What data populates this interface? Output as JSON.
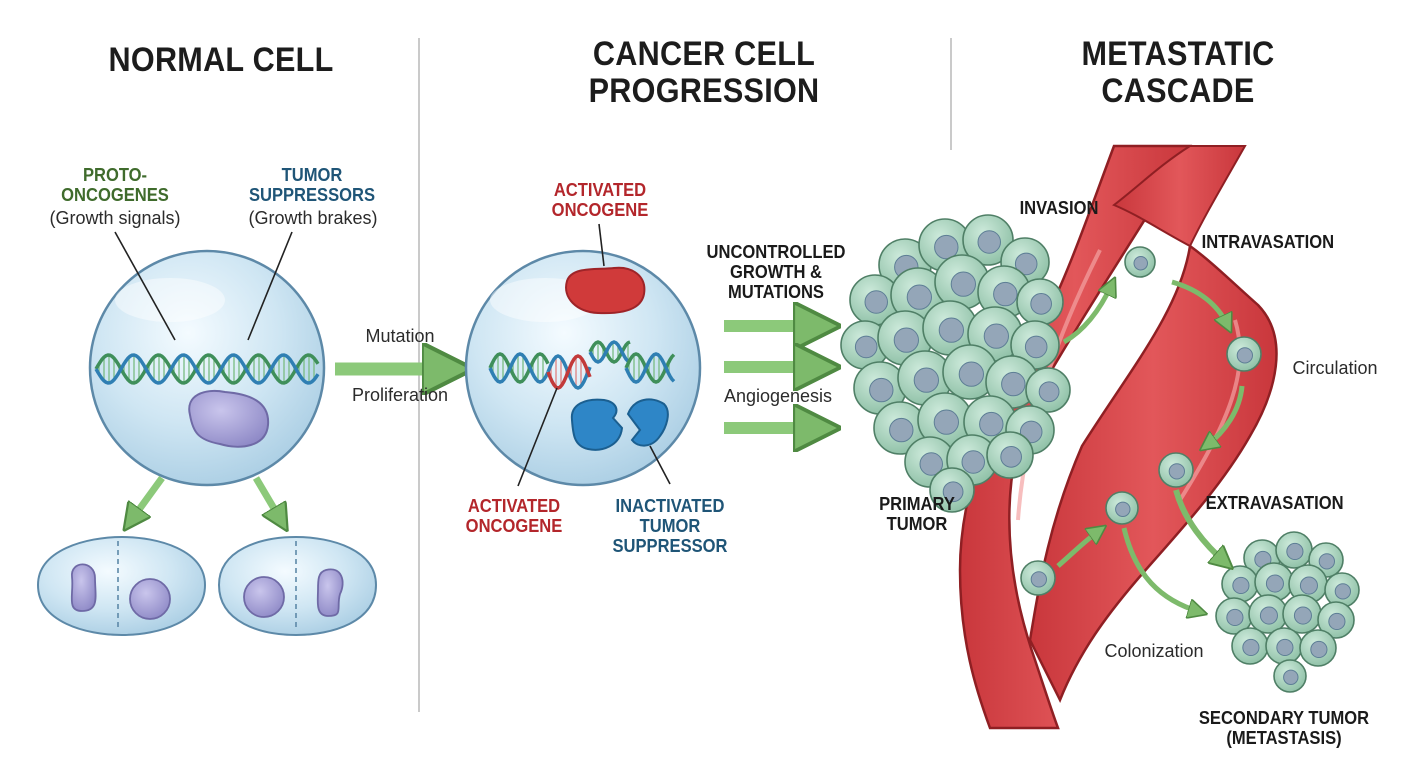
{
  "panels": {
    "normal": {
      "title": "NORMAL CELL",
      "proto_label_1": "PROTO-",
      "proto_label_2": "ONCOGENES",
      "proto_sub": "(Growth signals)",
      "suppressor_label_1": "TUMOR",
      "suppressor_label_2": "SUPPRESSORS",
      "suppressor_sub": "(Growth brakes)"
    },
    "transition": {
      "mutation": "Mutation",
      "proliferation": "Proliferation"
    },
    "cancer": {
      "title_1": "CANCER CELL",
      "title_2": "PROGRESSION",
      "activated_top_1": "ACTIVATED",
      "activated_top_2": "ONCOGENE",
      "activated_bottom_1": "ACTIVATED",
      "activated_bottom_2": "ONCOGENE",
      "inactivated_1": "INACTIVATED",
      "inactivated_2": "TUMOR",
      "inactivated_3": "SUPPRESSOR",
      "uncontrolled_1": "UNCONTROLLED",
      "uncontrolled_2": "GROWTH &",
      "uncontrolled_3": "MUTATIONS",
      "angiogenesis": "Angiogenesis",
      "primary_1": "PRIMARY",
      "primary_2": "TUMOR"
    },
    "metastatic": {
      "title_1": "METASTATIC",
      "title_2": "CASCADE",
      "invasion": "INVASION",
      "intravasation": "INTRAVASATION",
      "circulation": "Circulation",
      "extravasation": "EXTRAVASATION",
      "colonization": "Colonization",
      "secondary_1": "SECONDARY TUMOR",
      "secondary_2": "(METASTASIS)"
    }
  },
  "colors": {
    "cell_fill": "#cfe6f3",
    "cell_stroke": "#5d89a8",
    "nucleus_purple": "#a8a3d6",
    "oncogene_red": "#d03a3a",
    "suppressor_blue": "#2e86c7",
    "arrow_green": "#8cc97a",
    "tumor_green": "#a9d3bd",
    "vessel_red": "#d9464a",
    "label_green": "#3f6b2c",
    "label_blue": "#1f5577",
    "label_red": "#b3262b"
  }
}
